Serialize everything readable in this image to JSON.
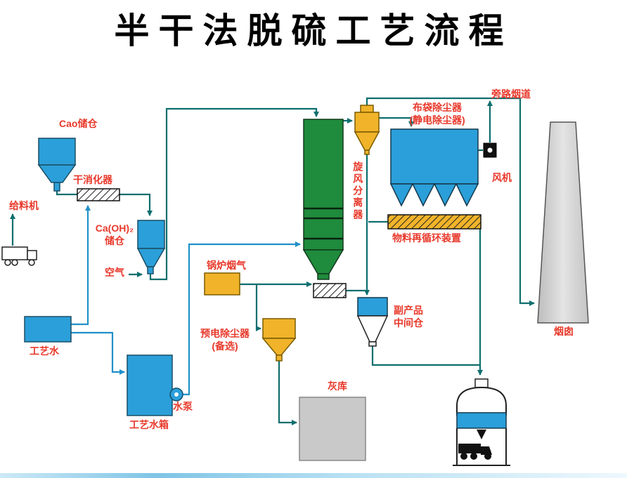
{
  "title": "半干法脱硫工艺流程",
  "colors": {
    "label_red": "#e8392b",
    "pipe_teal": "#0e6e6e",
    "water_blue": "#2090c8",
    "equipment_blue": "#2b9fd9",
    "tower_green": "#1f8b3c",
    "equipment_yellow": "#f0b32a",
    "chimney_gray": "#d6d6d6",
    "ash_gray": "#c9c9c9"
  },
  "labels": {
    "cao_silo": "Cao储仓",
    "feeder": "给料机",
    "slaker": "干消化器",
    "caoh2_silo": "Ca(OH)₂\n储仓",
    "air": "空气",
    "process_water": "工艺水",
    "water_tank": "工艺水箱",
    "pump": "水泵",
    "boiler_gas": "锅炉烟气",
    "pre_esp": "预电除尘器\n(备选)",
    "cyclone": "旋风分离器",
    "bag_filter": "布袋除尘器\n(静电除尘器)",
    "recirc": "物料再循环装置",
    "fan": "风机",
    "bypass": "旁路烟道",
    "chimney": "烟囱",
    "byproduct_silo": "副产品\n中间仓",
    "ash_storage": "灰库"
  }
}
